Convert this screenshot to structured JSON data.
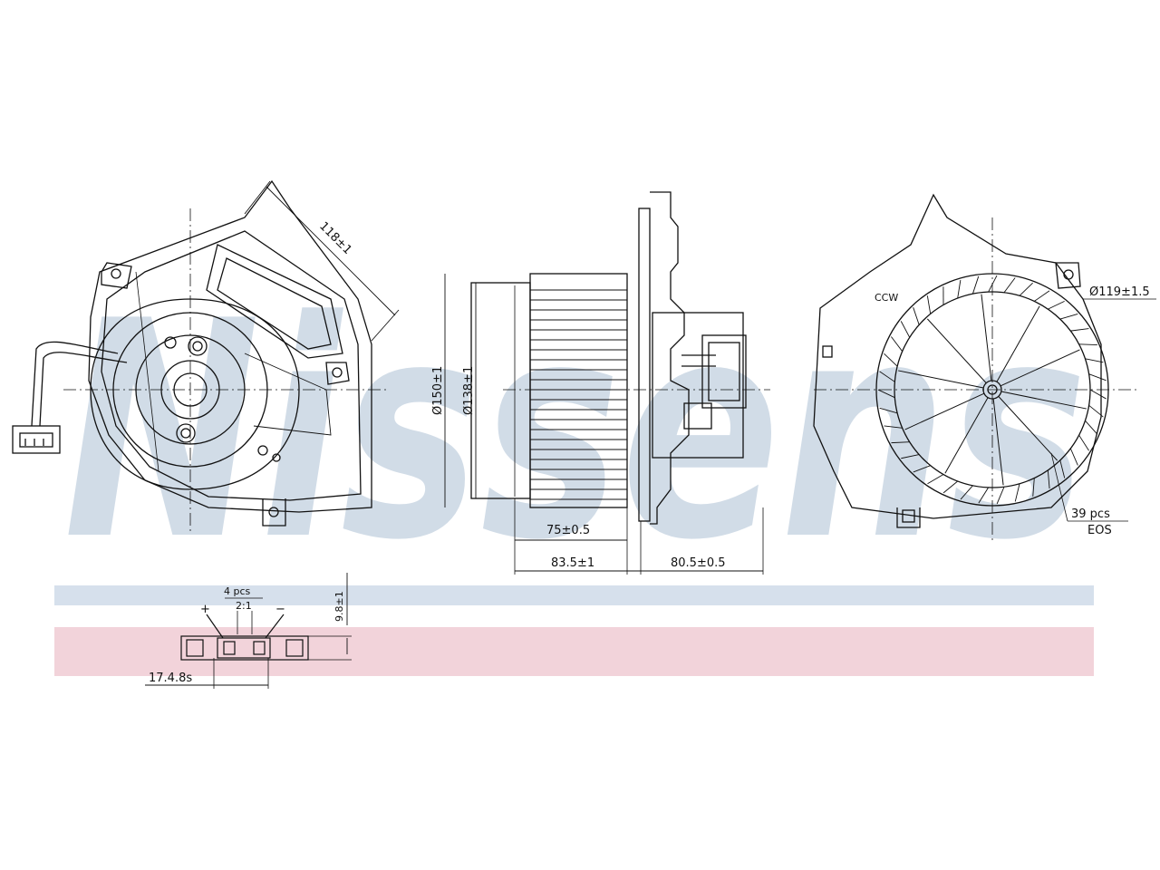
{
  "watermark": {
    "text": "Nissens",
    "color": "#c9d6e3",
    "band_blue": "#d6e0ec",
    "band_pink": "#f2d3da"
  },
  "dimensions": {
    "diag_118": "118±1",
    "dia_150": "Ø150±1",
    "dia_138": "Ø138±1",
    "len_75": "75±0.5",
    "len_83": "83.5±1",
    "len_80": "80.5±0.5",
    "dia_119": "Ø119±1.5",
    "blades_top": "39 pcs",
    "blades_bottom": "EOS",
    "ccw": "CCW",
    "conn_pitch": "4 pcs",
    "conn_pitch2": "2:1",
    "conn_plus": "+",
    "conn_minus": "−",
    "conn_height": "9.8±1",
    "conn_width": "17.4.8s"
  },
  "colors": {
    "line": "#111111"
  }
}
